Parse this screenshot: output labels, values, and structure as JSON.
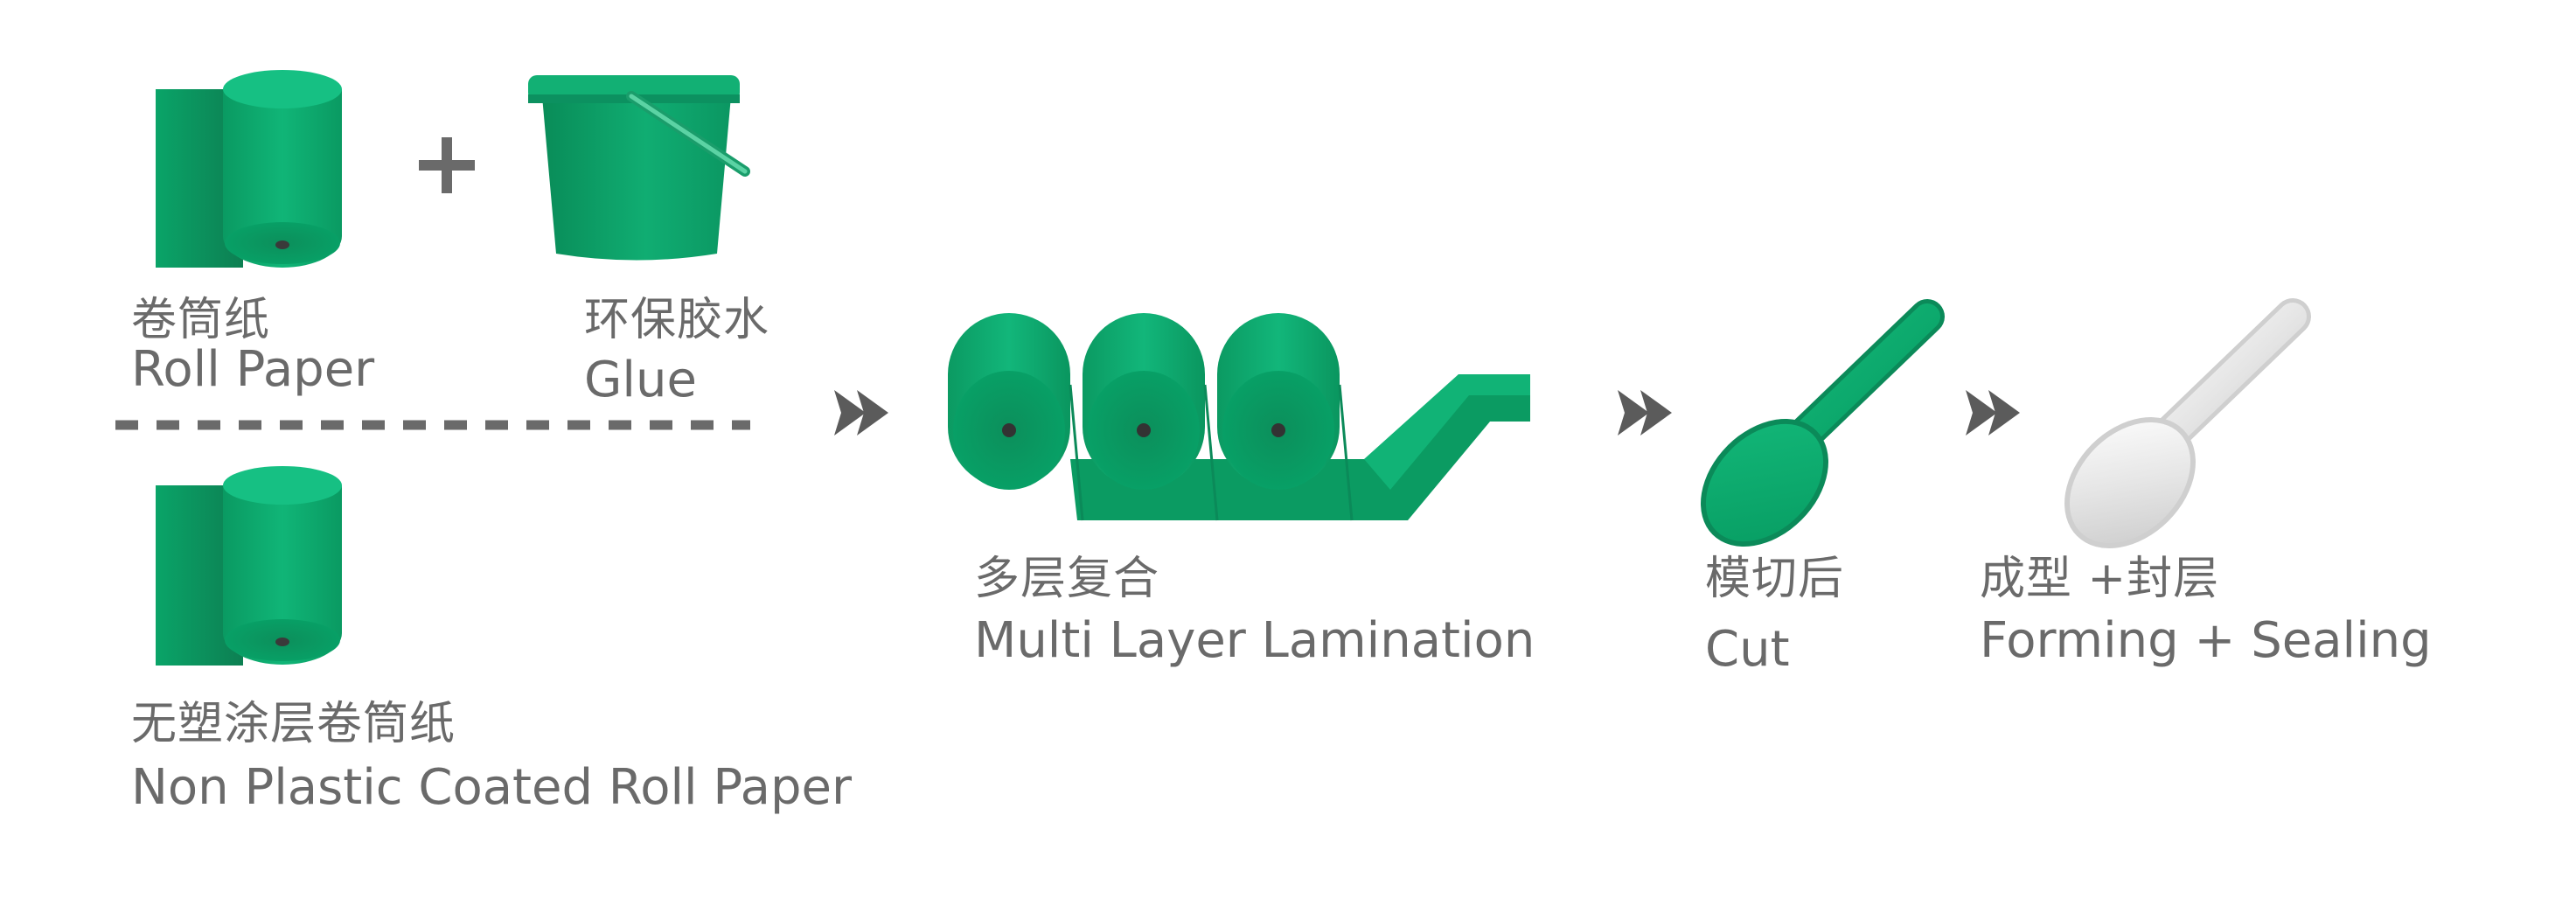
{
  "colors": {
    "green": "#05a56c",
    "green_dark": "#0b8a59",
    "green_light": "#1fbf82",
    "grey_text": "#6a6a6a",
    "arrow_grey": "#5b5b5b",
    "silver": "#e3e3e3"
  },
  "icons": {
    "roll_paper": "roll-paper-icon",
    "plus": "plus-icon",
    "glue": "glue-bucket-icon",
    "arrow": "double-chevron-arrow-icon",
    "lamination": "lamination-rollers-icon",
    "spoon_cut": "green-spoon-icon",
    "spoon_formed": "silver-spoon-icon"
  },
  "labels": {
    "roll_paper": {
      "zh": "卷筒纸",
      "en": "Roll Paper"
    },
    "glue": {
      "zh": "环保胶水",
      "en": "Glue"
    },
    "non_plastic": {
      "zh": "无塑涂层卷筒纸",
      "en": "Non Plastic Coated Roll Paper"
    },
    "lamination": {
      "zh": "多层复合",
      "en": "Multi Layer Lamination"
    },
    "cut": {
      "zh": "模切后",
      "en": "Cut"
    },
    "forming": {
      "zh": "成型 +封层",
      "en": "Forming + Sealing"
    }
  }
}
